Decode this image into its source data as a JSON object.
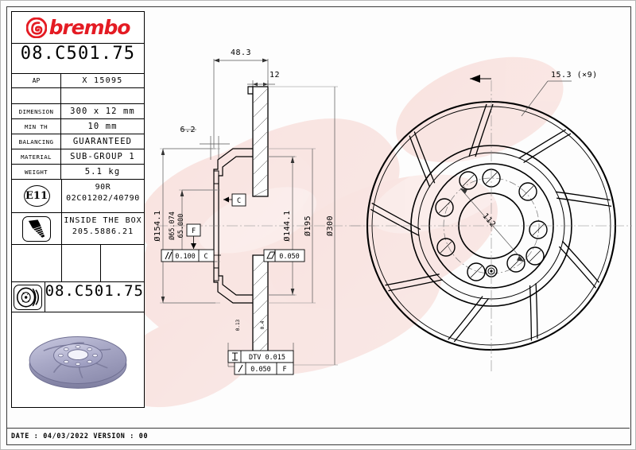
{
  "brand": {
    "name": "brembo",
    "logo_color": "#e41b23",
    "mark_icon": "brembo-b-mark-icon"
  },
  "part": {
    "number": "08.C501.75",
    "number_secondary": "08.C501.75",
    "oe_label": "AP",
    "oe_value": "X 15095"
  },
  "spec_table": {
    "rows": [
      {
        "label": "DIMENSION",
        "value": "300 x 12 mm"
      },
      {
        "label": "MIN TH",
        "value": "10 mm"
      },
      {
        "label": "BALANCING",
        "value": "GUARANTEED"
      },
      {
        "label": "MATERIAL",
        "value": "SUB-GROUP 1"
      },
      {
        "label": "WEIGHT",
        "value": "5.1 kg"
      }
    ]
  },
  "homologation": {
    "badge": "E11",
    "line1": "90R",
    "line2": "02C01202/40790"
  },
  "accessory": {
    "icon": "screw-icon",
    "line1": "INSIDE THE BOX",
    "line2": "205.5886.21"
  },
  "thumbnail": {
    "icon": "brake-disc-icon",
    "alt": "slotted brake disc 3d render"
  },
  "footer": {
    "text": "DATE : 04/03/2022 VERSION : 00",
    "date_label": "DATE",
    "date_value": "04/03/2022",
    "version_label": "VERSION",
    "version_value": "00"
  },
  "section_view": {
    "dims": {
      "overall_width": "48.3",
      "disc_thickness": "12",
      "hat_offset": "6.2",
      "outer_dia": "Ø300",
      "braking_band_inner": "Ø195",
      "bell_dia": "Ø144.1",
      "flange_dia": "Ø154.1",
      "centre_bore_max": "Ø65.074",
      "centre_bore_min": "65.000"
    },
    "datums": [
      "C",
      "F"
    ],
    "tolerances": [
      {
        "symbol": "parallelism",
        "value": "0.100",
        "datum": "C"
      },
      {
        "symbol": "flatness",
        "value": "0.050",
        "datum": ""
      },
      {
        "symbol": "thickness-variation",
        "value": "DTV 0.015",
        "datum": ""
      },
      {
        "symbol": "runout",
        "value": "0.050",
        "datum": "F"
      }
    ]
  },
  "face_view": {
    "slot_callout": "15.3 (×9)",
    "bolt_circle": "112",
    "slot_count": 9,
    "bolt_hole_count": 9,
    "rotation_arrow": "direction-arrow-icon"
  }
}
